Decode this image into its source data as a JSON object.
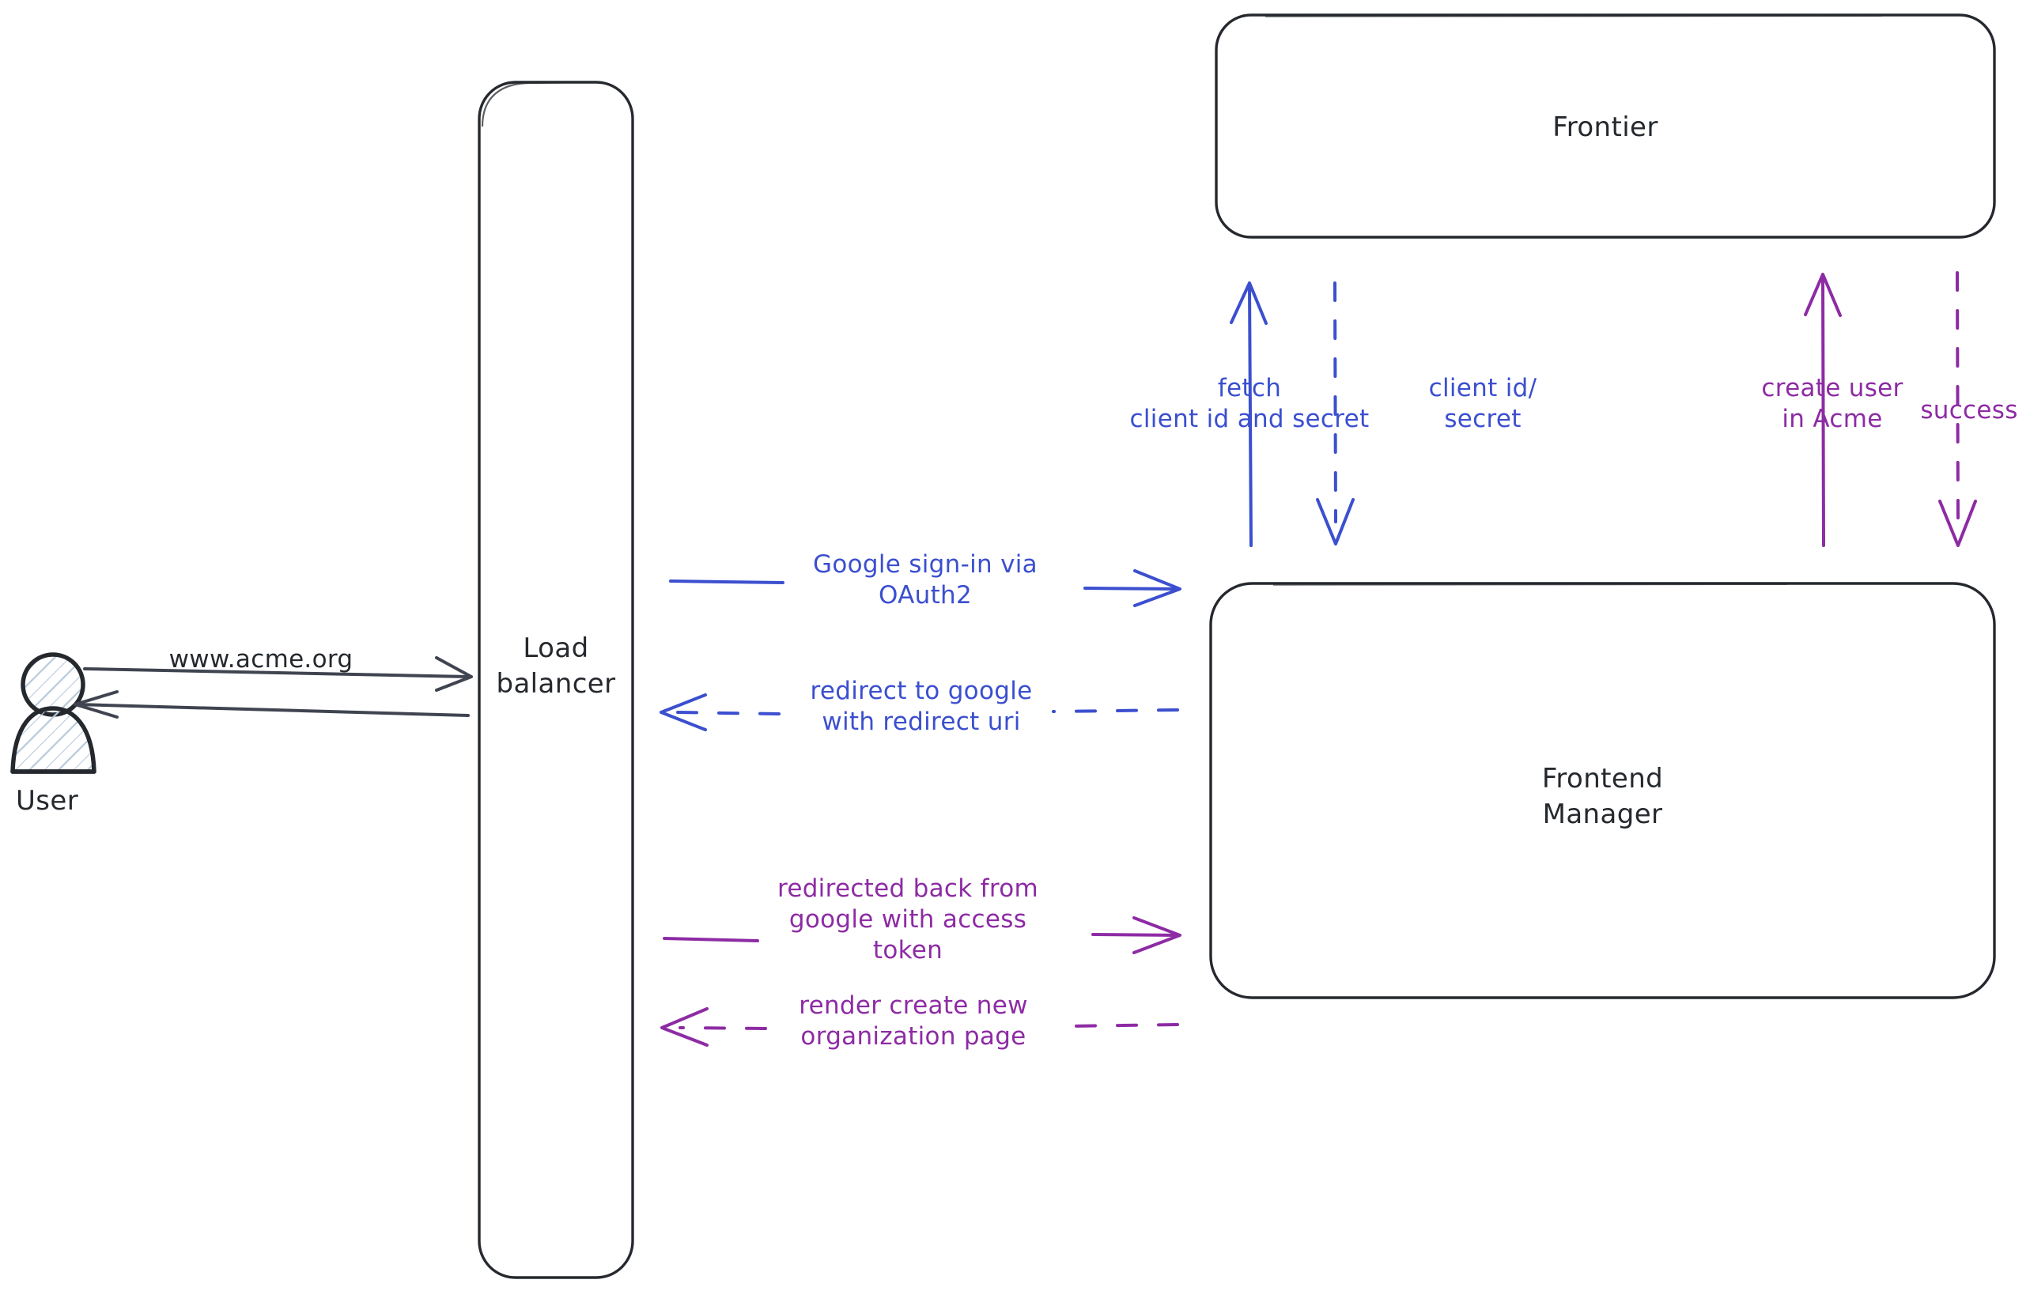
{
  "diagram": {
    "title": "Google OAuth2 sign-in sequence",
    "background": "#ffffff",
    "colors": {
      "stroke_dark": "#25292e",
      "blue": "#3b4fcf",
      "purple": "#8d2ba4",
      "actor_fill": "#e8eef6"
    }
  },
  "nodes": [
    {
      "id": "user",
      "label": "User",
      "shape": "actor-stick-figure"
    },
    {
      "id": "load_balancer",
      "label": "Load\nbalancer",
      "shape": "rounded-rectangle"
    },
    {
      "id": "frontier",
      "label": "Frontier",
      "shape": "rounded-rectangle"
    },
    {
      "id": "frontend_manager",
      "label": "Frontend\nManager",
      "shape": "rounded-rectangle"
    }
  ],
  "edges": [
    {
      "id": "user-to-lb",
      "label": "www.acme.org",
      "from": "user",
      "to": "load_balancer",
      "color": "#25292e",
      "style": "solid",
      "direction": "right"
    },
    {
      "id": "lb-to-user",
      "label": "",
      "from": "load_balancer",
      "to": "user",
      "color": "#25292e",
      "style": "solid",
      "direction": "left"
    },
    {
      "id": "fm-to-frontier-fetch",
      "label": "fetch\nclient id and secret",
      "from": "frontend_manager",
      "to": "frontier",
      "color": "#3b4fcf",
      "style": "solid",
      "direction": "up"
    },
    {
      "id": "frontier-to-fm-creds",
      "label": "client id/\nsecret",
      "from": "frontier",
      "to": "frontend_manager",
      "color": "#3b4fcf",
      "style": "dashed",
      "direction": "down"
    },
    {
      "id": "fm-to-frontier-create-user",
      "label": "create user\nin Acme",
      "from": "frontend_manager",
      "to": "frontier",
      "color": "#8d2ba4",
      "style": "solid",
      "direction": "up"
    },
    {
      "id": "frontier-to-fm-success",
      "label": "success",
      "from": "frontier",
      "to": "frontend_manager",
      "color": "#8d2ba4",
      "style": "dashed",
      "direction": "down"
    },
    {
      "id": "lb-to-fm-signin",
      "label": "Google sign-in via\nOAuth2",
      "from": "load_balancer",
      "to": "frontend_manager",
      "color": "#3b4fcf",
      "style": "solid",
      "direction": "right"
    },
    {
      "id": "fm-to-lb-redirect",
      "label": "redirect to google\nwith redirect uri",
      "from": "frontend_manager",
      "to": "load_balancer",
      "color": "#3b4fcf",
      "style": "dashed",
      "direction": "left"
    },
    {
      "id": "lb-to-fm-token",
      "label": "redirected back from\ngoogle with access\ntoken",
      "from": "load_balancer",
      "to": "frontend_manager",
      "color": "#8d2ba4",
      "style": "solid",
      "direction": "right"
    },
    {
      "id": "fm-to-lb-render",
      "label": "render create new\norganization page",
      "from": "frontend_manager",
      "to": "load_balancer",
      "color": "#8d2ba4",
      "style": "dashed",
      "direction": "left"
    }
  ]
}
